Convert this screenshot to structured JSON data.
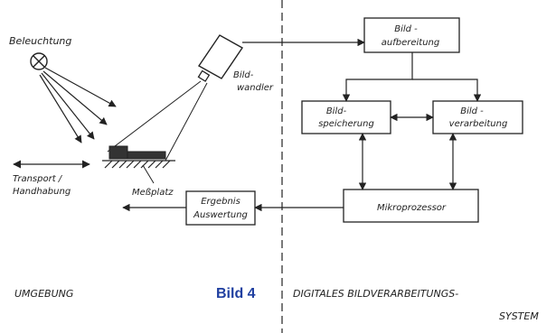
{
  "diagram": {
    "labels": {
      "beleuchtung": "Beleuchtung",
      "bildwandler_1": "Bild-",
      "bildwandler_2": "wandler",
      "transport_1": "Transport /",
      "transport_2": "Handhabung",
      "messplatz": "Meßplatz",
      "umgebung": "UMGEBUNG",
      "figure": "Bild 4",
      "system_1": "DIGITALES  BILDVERARBEITUNGS-",
      "system_2": "SYSTEM"
    },
    "boxes": {
      "aufbereitung_1": "Bild -",
      "aufbereitung_2": "aufbereitung",
      "speicherung_1": "Bild-",
      "speicherung_2": "speicherung",
      "verarbeitung_1": "Bild -",
      "verarbeitung_2": "verarbeitung",
      "mikroprozessor": "Mikroprozessor",
      "ergebnis_1": "Ergebnis",
      "ergebnis_2": "Auswertung"
    },
    "colors": {
      "ink": "#222222",
      "figure_label": "#1f3fa0"
    }
  }
}
